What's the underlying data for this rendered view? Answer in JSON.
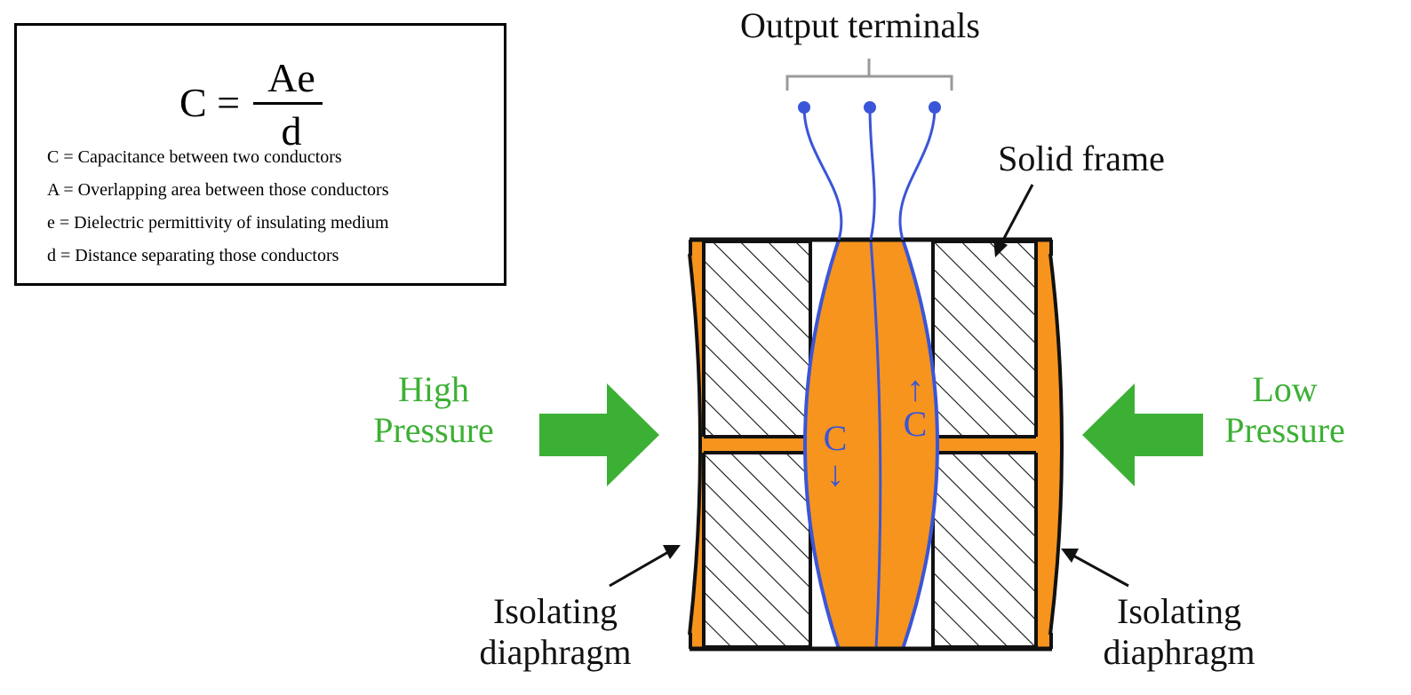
{
  "formula": {
    "lhs": "C =",
    "numerator": "Ae",
    "denominator": "d",
    "definitions": [
      "C = Capacitance between two conductors",
      "A = Overlapping area between those conductors",
      "e = Dielectric permittivity of insulating medium",
      "d = Distance separating those conductors"
    ]
  },
  "labels": {
    "output_terminals": "Output terminals",
    "solid_frame": "Solid frame",
    "high_pressure_line1": "High",
    "high_pressure_line2": "Pressure",
    "low_pressure_line1": "Low",
    "low_pressure_line2": "Pressure",
    "isolating_left_line1": "Isolating",
    "isolating_left_line2": "diaphragm",
    "isolating_right_line1": "Isolating",
    "isolating_right_line2": "diaphragm",
    "cap_left_letter": "C",
    "cap_left_arrow": "↓",
    "cap_right_arrow": "↑",
    "cap_right_letter": "C"
  },
  "colors": {
    "fill_oil": "#f7941d",
    "wire": "#3a55d8",
    "pressure": "#3cb034",
    "bracket": "#9a9a9a",
    "outline": "#111111"
  },
  "icons": {
    "high_pressure_arrow": "arrow-right-icon",
    "low_pressure_arrow": "arrow-left-icon",
    "pointer": "pointer-arrow-icon",
    "terminal": "terminal-dot-icon"
  }
}
